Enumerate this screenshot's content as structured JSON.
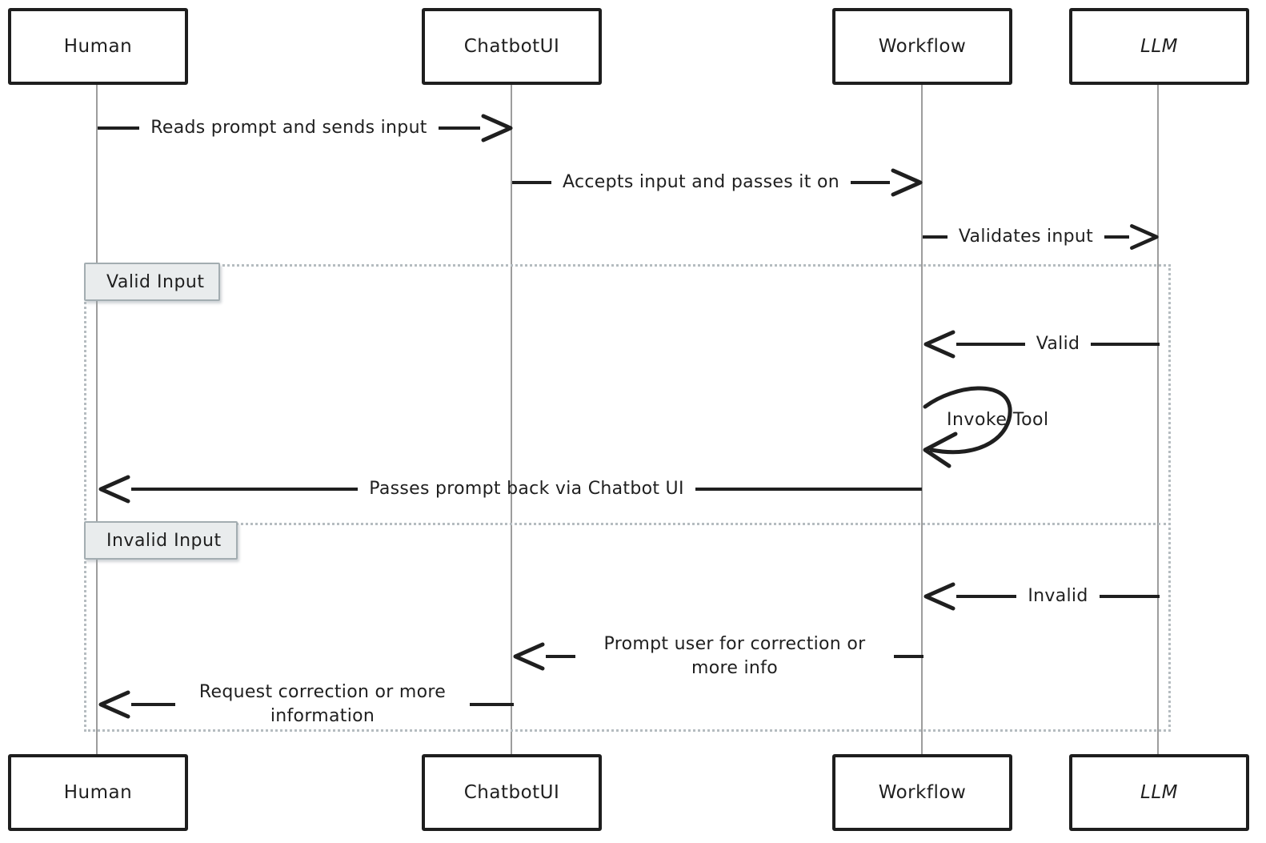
{
  "diagram": {
    "type": "sequence-diagram",
    "style": "hand-drawn",
    "background_color": "#ffffff",
    "stroke_color": "#1f1f1f",
    "lifeline_color": "#9d9d9d",
    "frame_border_color": "#b5bcc0",
    "frame_label_bg_color": "#e9eced",
    "frame_label_border_color": "#a3adb1"
  },
  "participants": [
    {
      "name": "Human"
    },
    {
      "name": "ChatbotUI"
    },
    {
      "name": "Workflow"
    },
    {
      "name": "LLM"
    }
  ],
  "messages": [
    {
      "label": "Reads prompt and sends input",
      "from": "Human",
      "to": "ChatbotUI",
      "direction": "right"
    },
    {
      "label": "Accepts input and passes it on",
      "from": "ChatbotUI",
      "to": "Workflow",
      "direction": "right"
    },
    {
      "label": "Validates input",
      "from": "Workflow",
      "to": "LLM",
      "direction": "right"
    },
    {
      "label": "Valid",
      "from": "LLM",
      "to": "Workflow",
      "direction": "left"
    },
    {
      "label": "Invoke Tool",
      "from": "Workflow",
      "to": "Workflow",
      "direction": "self"
    },
    {
      "label": "Passes prompt back via Chatbot UI",
      "from": "Workflow",
      "to": "Human",
      "direction": "left"
    },
    {
      "label": "Invalid",
      "from": "LLM",
      "to": "Workflow",
      "direction": "left"
    },
    {
      "label": "Prompt user for correction or more info",
      "from": "Workflow",
      "to": "ChatbotUI",
      "direction": "left"
    },
    {
      "label": "Request correction or more information",
      "from": "ChatbotUI",
      "to": "Human",
      "direction": "left"
    }
  ],
  "frames": [
    {
      "label": "Valid Input"
    },
    {
      "label": "Invalid Input"
    }
  ]
}
